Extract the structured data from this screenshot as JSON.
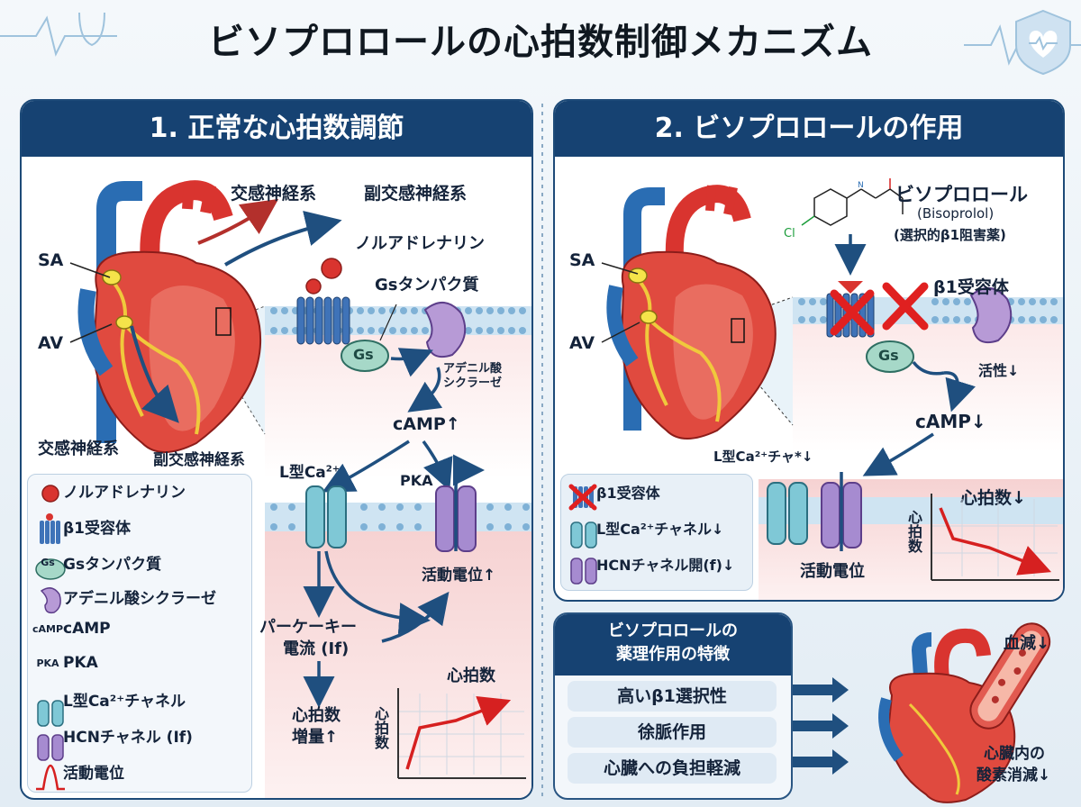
{
  "title": "ビソプロロールの心拍数制御メカニズム",
  "panel1": {
    "heading": "1. 正常な心拍数調節",
    "labels": {
      "sa": "SA",
      "av": "AV",
      "sympathetic_top": "交感神経系",
      "parasympathetic_top": "副交感神経系",
      "sympathetic_bottom": "交感神経系",
      "parasympathetic_bottom": "副交感神経系",
      "noradrenaline": "ノルアドレナリン",
      "gs_protein": "Gsタンパク質",
      "gs": "Gs",
      "adenylate_1": "アデニル酸",
      "adenylate_2": "シクラーゼ",
      "camp": "cAMP↑",
      "pka": "PKA",
      "l_type": "L型Ca",
      "l_type_sup": "2+",
      "action_potential": "活動電位↑",
      "pacemaker_1": "パーケーキー",
      "pacemaker_2": "電流 (If)",
      "hr_up_1": "心拍数",
      "hr_up_2": "増量↑",
      "graph_title": "心拍数",
      "graph_ylabel": "心拍数"
    },
    "legend": [
      {
        "icon": "noradrenaline-dot-icon",
        "label": "ノルアドレナリン"
      },
      {
        "icon": "beta1-receptor-icon",
        "label": "β1受容体"
      },
      {
        "icon": "gs-protein-icon",
        "icon_text": "Gs",
        "label": "Gsタンパク質"
      },
      {
        "icon": "adenylate-cyclase-icon",
        "label": "アデニル酸シクラーゼ"
      },
      {
        "icon_text": "cAMP",
        "label": "cAMP"
      },
      {
        "icon_text": "PKA",
        "label": "PKA"
      },
      {
        "icon": "l-type-channel-icon",
        "label": "L型Ca²⁺チャネル"
      },
      {
        "icon": "hcn-channel-icon",
        "label": "HCNチャネル (If)"
      },
      {
        "icon": "action-potential-icon",
        "label": "活動電位"
      }
    ]
  },
  "panel2": {
    "heading": "2. ビソプロロールの作用",
    "labels": {
      "sa": "SA",
      "av": "AV",
      "drug_name": "ビソプロロール",
      "drug_en": "(Bisoprolol)",
      "drug_class": "(選択的β1阻害薬)",
      "cl": "Cl",
      "beta1": "β1受容体",
      "gs": "Gs",
      "activity": "活性↓",
      "camp": "cAMP↓",
      "l_type_channel": "L型Ca²⁺チャ*↓",
      "action_potential": "活動電位",
      "graph_title": "心拍数↓",
      "graph_ylabel": "心拍数"
    },
    "legend": [
      {
        "icon": "blocked-receptor-icon",
        "label": "β1受容体"
      },
      {
        "icon": "l-type-channel-icon",
        "label": "L型Ca²⁺チャネル↓"
      },
      {
        "icon": "hcn-channel-icon",
        "label": "HCNチャネル開(f)↓"
      }
    ]
  },
  "features": {
    "heading_1": "ビソプロロールの",
    "heading_2": "薬理作用の特徴",
    "items": [
      "高いβ1選択性",
      "徐脈作用",
      "心臓への負担軽減"
    ],
    "blood_label": "血減↓",
    "oxygen_1": "心臓内の",
    "oxygen_2": "酸素消減↓"
  },
  "colors": {
    "navy": "#164272",
    "heart_red": "#d9342f",
    "vessel_blue": "#2a6db3",
    "channel_teal": "#7fc8d6",
    "hcn_purple": "#a68bd0",
    "arrow_navy": "#1f4f7f",
    "block_red": "#e02020"
  }
}
